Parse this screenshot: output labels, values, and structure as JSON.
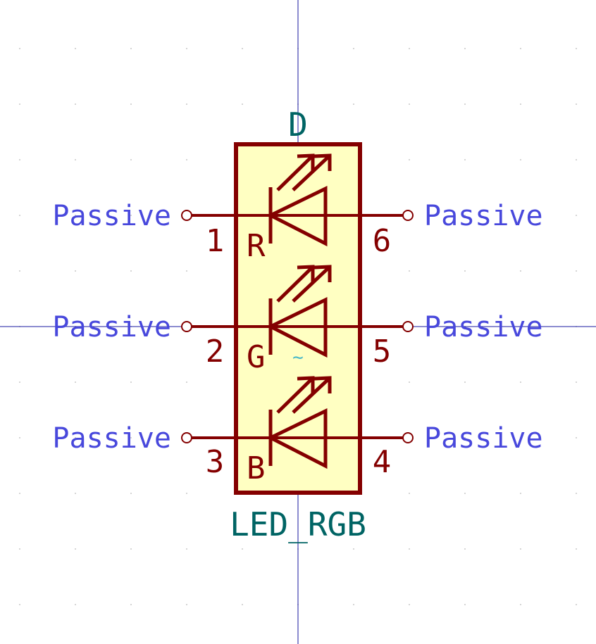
{
  "colors": {
    "background": "#ffffff",
    "grid_dot": "#c8c8c8",
    "axis": "#1a1aa0",
    "body_fill": "#ffffc2",
    "body_stroke": "#840000",
    "pin": "#840000",
    "pin_label": "#840000",
    "pin_type": "#4848dc",
    "reference": "#006464",
    "value": "#006464",
    "unit_marker": "#48b8c8"
  },
  "symbol": {
    "reference": "D",
    "value": "LED_RGB",
    "unit_marker": "~"
  },
  "pins": [
    {
      "number": "1",
      "name": "R",
      "type": "Passive"
    },
    {
      "number": "2",
      "name": "G",
      "type": "Passive"
    },
    {
      "number": "3",
      "name": "B",
      "type": "Passive"
    },
    {
      "number": "6",
      "type": "Passive"
    },
    {
      "number": "5",
      "type": "Passive"
    },
    {
      "number": "4",
      "type": "Passive"
    }
  ]
}
